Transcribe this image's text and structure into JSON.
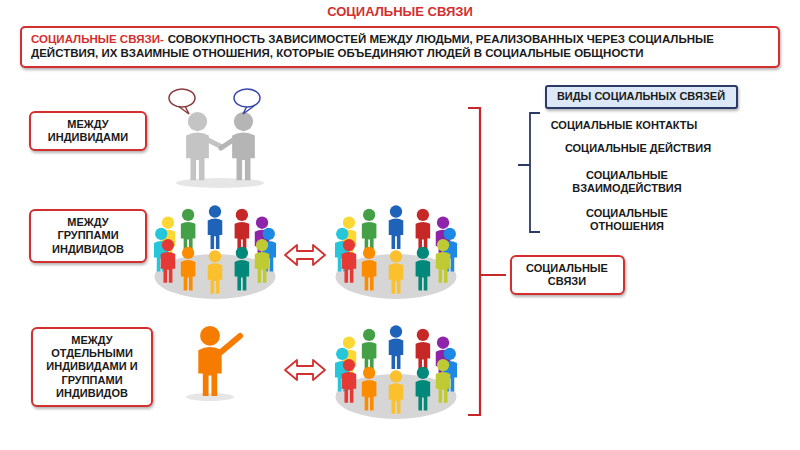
{
  "diagram": {
    "title": "СОЦИАЛЬНЫЕ СВЯЗИ",
    "nodes": [
      {
        "text": [
          "СОЦИАЛЬНЫЕ СВЯЗИ-",
          "СОВОКУПНОСТЬ ЗАВИСИМОСТЕЙ МЕЖДУ ЛЮДЬМИ, РЕАЛИЗОВАННЫХ ЧЕРЕЗ СОЦИАЛЬНЫЕ ДЕЙСТВИЯ, ИХ ВЗАИМНЫЕ ОТНОШЕНИЯ, КОТОРЫЕ ОБЪЕДИНЯЮТ ЛЮДЕЙ В СОЦИАЛЬНЫЕ ОБЩНОСТИ"
        ]
      },
      {
        "text": [
          "МЕЖДУ ИНДИВИДАМИ"
        ]
      },
      {
        "text": [
          "МЕЖДУ ГРУППАМИ ИНДИВИДОВ"
        ]
      },
      {
        "text": [
          "МЕЖДУ ОТДЕЛЬНЫМИ ИНДИВИДАМИ И ГРУППАМИ ИНДИВИДОВ"
        ]
      },
      {
        "text": [
          "ВИДЫ СОЦИАЛЬНЫХ СВЯЗЕЙ"
        ]
      },
      {
        "text": [
          "СОЦИАЛЬНЫЕ СВЯЗИ"
        ]
      }
    ],
    "labels": [
      "СОЦИАЛЬНЫЕ КОНТАКТЫ",
      "СОЦИАЛЬНЫЕ ДЕЙСТВИЯ",
      "СОЦИАЛЬНЫЕ ВЗАИМОДЕЙСТВИЯ",
      "СОЦИАЛЬНЫЕ ОТНОШЕНИЯ"
    ]
  }
}
